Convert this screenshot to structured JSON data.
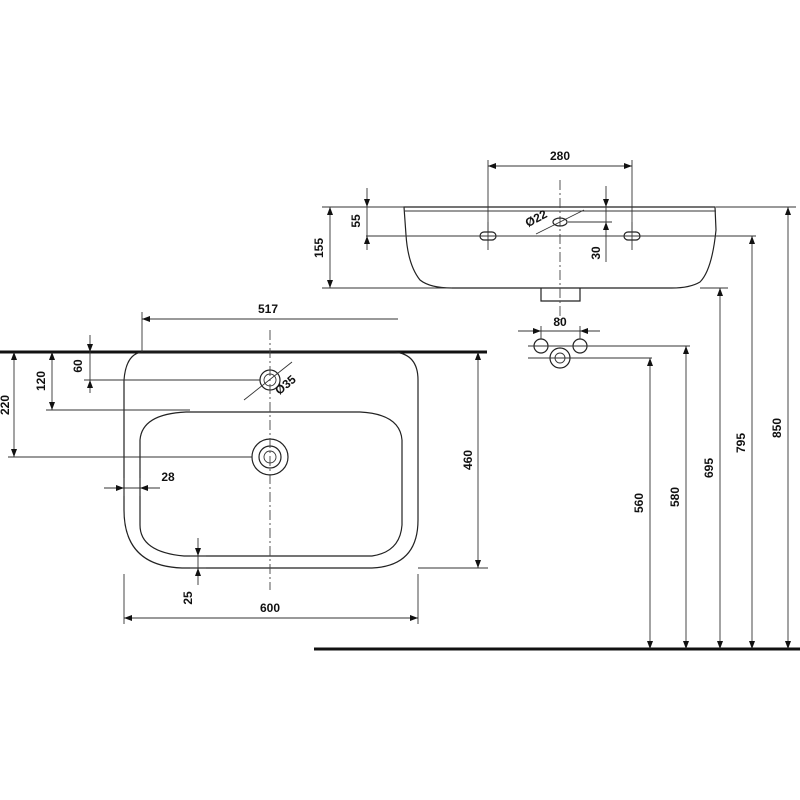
{
  "dimensions": {
    "d280": "280",
    "d55": "55",
    "d155": "155",
    "d22": "Ø22",
    "d30": "30",
    "d80": "80",
    "d517": "517",
    "d60": "60",
    "d120": "120",
    "d220": "220",
    "d35": "Ø35",
    "d28": "28",
    "d25": "25",
    "d600": "600",
    "d460": "460",
    "d560": "560",
    "d580": "580",
    "d695": "695",
    "d795": "795",
    "d850": "850"
  }
}
